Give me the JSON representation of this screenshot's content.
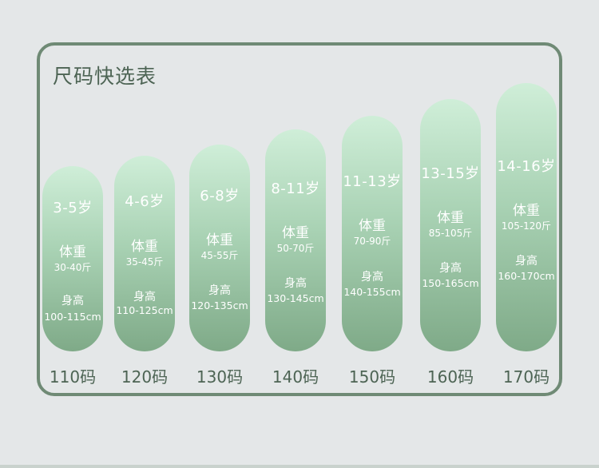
{
  "title": "尺码快选表",
  "sizes": [
    {
      "age": "3-5岁",
      "weight_label": "体重",
      "weight": "30-40斤",
      "height_label": "身高",
      "height": "100-115cm",
      "size": "110码"
    },
    {
      "age": "4-6岁",
      "weight_label": "体重",
      "weight": "35-45斤",
      "height_label": "身高",
      "height": "110-125cm",
      "size": "120码"
    },
    {
      "age": "6-8岁",
      "weight_label": "体重",
      "weight": "45-55斤",
      "height_label": "身高",
      "height": "120-135cm",
      "size": "130码"
    },
    {
      "age": "8-11岁",
      "weight_label": "体重",
      "weight": "50-70斤",
      "height_label": "身高",
      "height": "130-145cm",
      "size": "140码"
    },
    {
      "age": "11-13岁",
      "weight_label": "体重",
      "weight": "70-90斤",
      "height_label": "身高",
      "height": "140-155cm",
      "size": "150码"
    },
    {
      "age": "13-15岁",
      "weight_label": "体重",
      "weight": "85-105斤",
      "height_label": "身高",
      "height": "150-165cm",
      "size": "160码"
    },
    {
      "age": "14-16岁",
      "weight_label": "体重",
      "weight": "105-120斤",
      "height_label": "身高",
      "height": "160-170cm",
      "size": "170码"
    }
  ]
}
